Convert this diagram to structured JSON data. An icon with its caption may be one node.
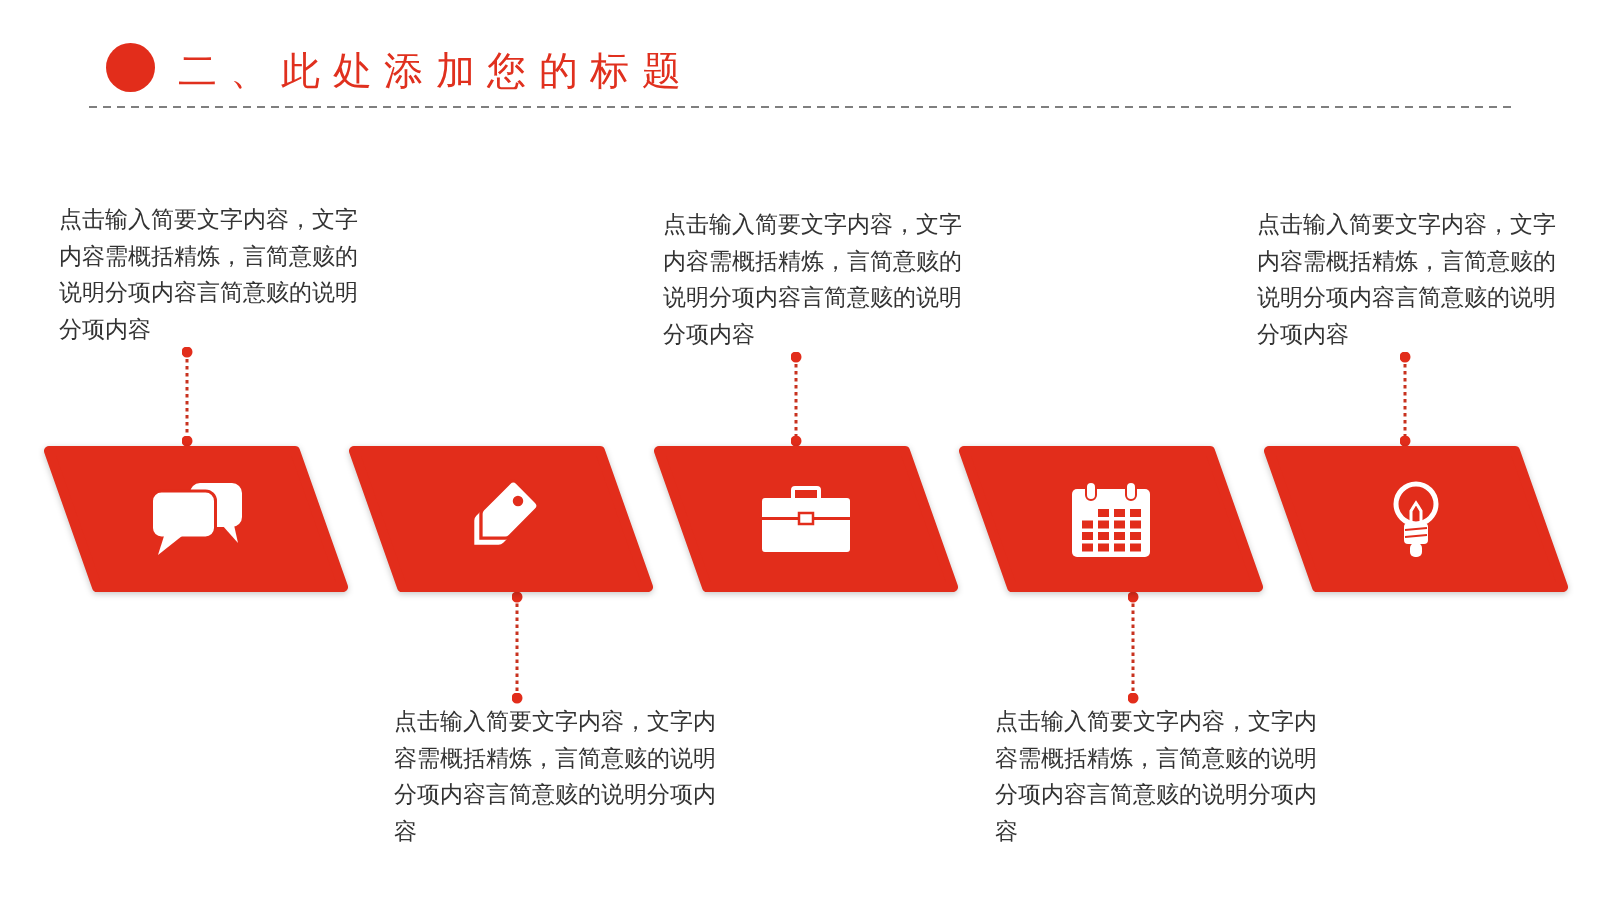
{
  "diagram": {
    "title": "二、此处添加您的标题",
    "nodes": [
      {
        "text": [
          "点击输入简要文字内容，文字内容需概括精炼，言简意赅的说明分项内容言简意赅的说明分项内容"
        ]
      },
      {
        "text": [
          "点击输入简要文字内容，文字内容需概括精炼，言简意赅的说明分项内容言简意赅的说明分项内容"
        ]
      },
      {
        "text": [
          "点击输入简要文字内容，文字内容需概括精炼，言简意赅的说明分项内容言简意赅的说明分项内容"
        ]
      },
      {
        "text": [],
        "shape": "parallelogram"
      },
      {
        "text": [],
        "shape": "parallelogram"
      },
      {
        "text": [],
        "shape": "parallelogram"
      },
      {
        "text": [],
        "shape": "parallelogram"
      },
      {
        "text": [],
        "shape": "parallelogram"
      },
      {
        "text": [
          "点击输入简要文字内容，文字内容需概括精炼，言简意赅的说明分项内容言简意赅的说明分项内容"
        ]
      },
      {
        "text": [
          "点击输入简要文字内容，文字内容需概括精炼，言简意赅的说明分项内容言简意赅的说明分项内容"
        ]
      }
    ],
    "edges": [
      {
        "from": 0,
        "to": 3,
        "arrow": "other",
        "style": "dashed"
      },
      {
        "from": 1,
        "to": 5,
        "arrow": "other",
        "style": "dashed"
      },
      {
        "from": 2,
        "to": 7,
        "arrow": "other",
        "style": "dashed"
      },
      {
        "from": 8,
        "to": 4,
        "arrow": "other",
        "style": "dashed"
      },
      {
        "from": 9,
        "to": 6,
        "arrow": "other",
        "style": "dashed"
      }
    ]
  }
}
